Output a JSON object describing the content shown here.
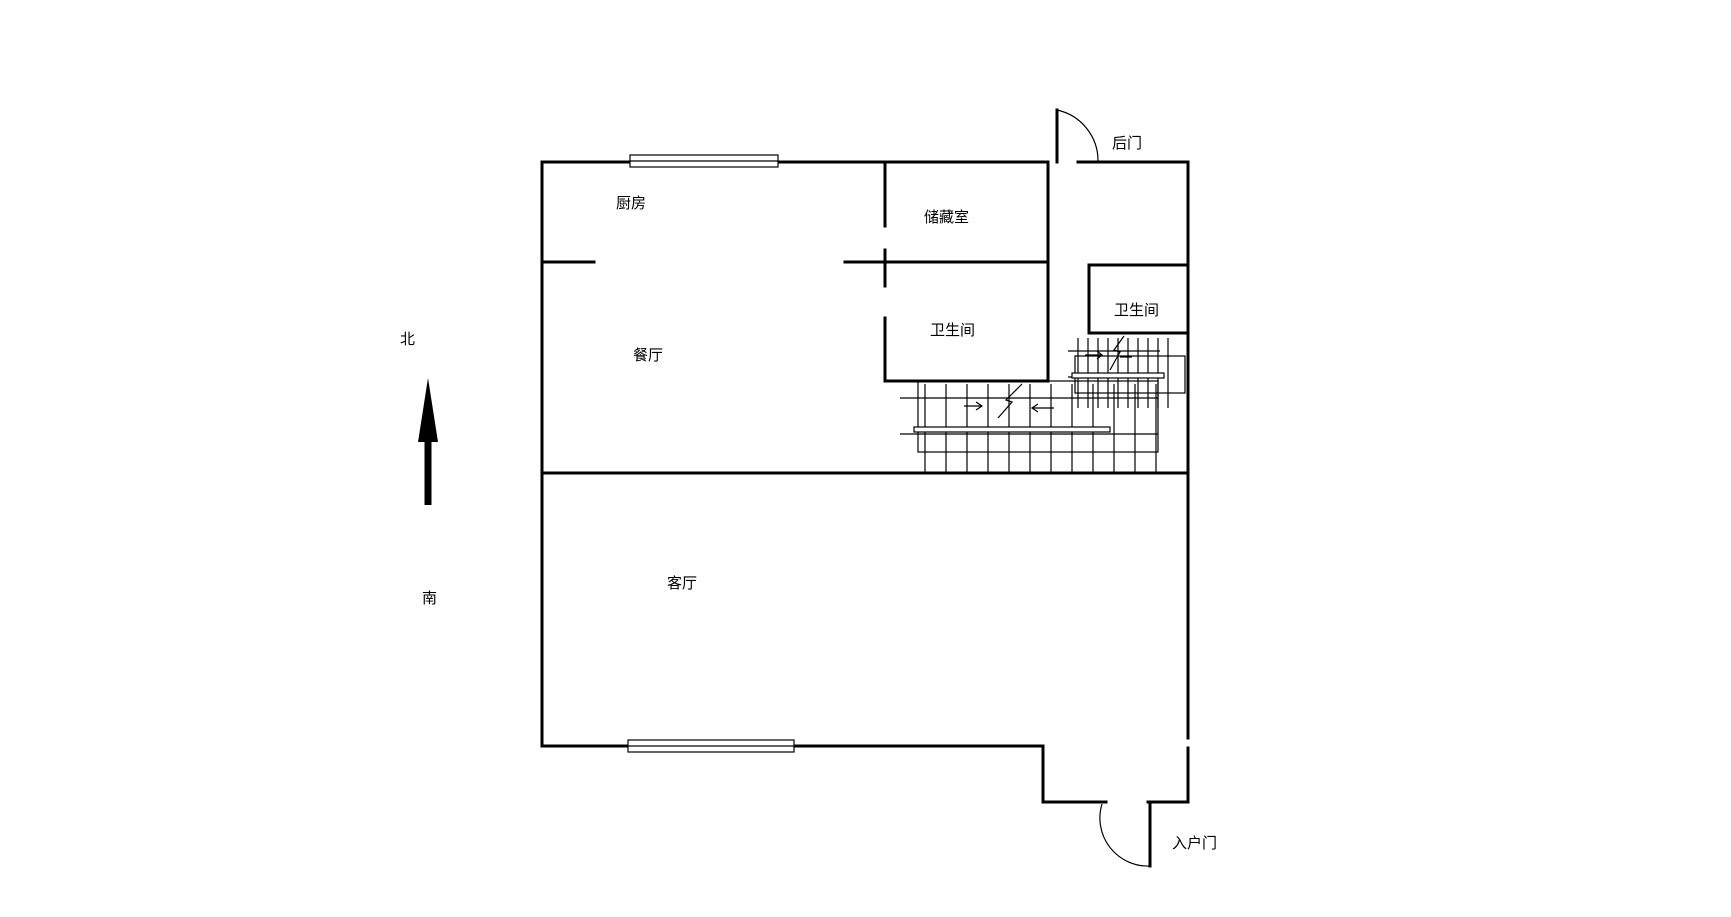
{
  "labels": {
    "kitchen": "厨房",
    "storage": "储藏室",
    "bath_1": "卫生间",
    "bath_2": "卫生间",
    "dining": "餐厅",
    "living": "客厅",
    "back_door": "后门",
    "entry_door": "入户门",
    "north": "北",
    "south": "南"
  },
  "colors": {
    "line": "#000000",
    "background": "#ffffff"
  }
}
